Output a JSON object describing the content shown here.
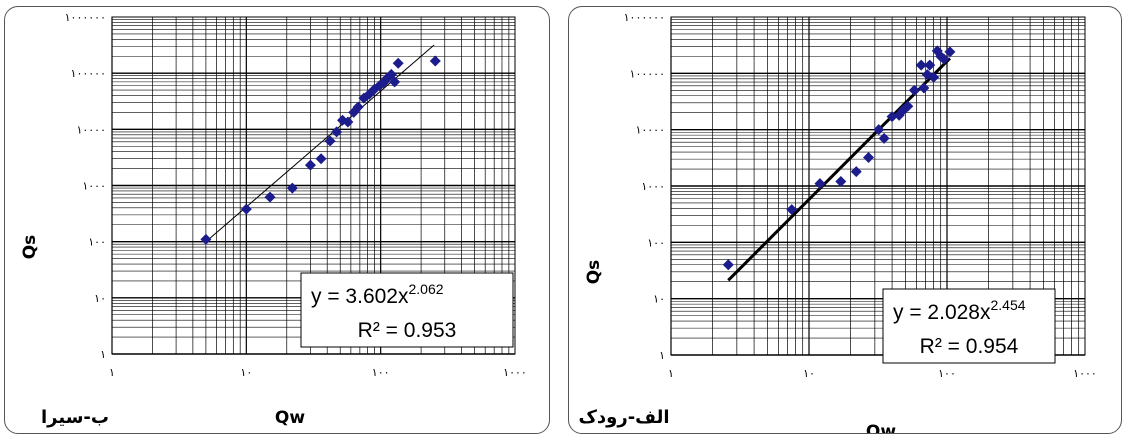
{
  "chart_data": [
    {
      "type": "scatter",
      "caption": "ب-سیرا",
      "xlabel": "Qw",
      "ylabel": "Qs",
      "x_scale": "log",
      "y_scale": "log",
      "xlim": [
        1,
        1000
      ],
      "ylim": [
        1,
        1000000
      ],
      "x_ticks": [
        "۱",
        "۱۰",
        "۱۰۰",
        "۱۰۰۰"
      ],
      "y_ticks": [
        "۱",
        "۱۰",
        "۱۰۰",
        "۱۰۰۰",
        "۱۰۰۰۰",
        "۱۰۰۰۰۰",
        "۱۰۰۰۰۰۰"
      ],
      "grid": true,
      "marker_color": "#1c1c8c",
      "line_color": "#000000",
      "equation": "y = 3.602x",
      "exponent": "2.062",
      "r2": "R² = 0.953",
      "trend": {
        "a": 3.602,
        "b": 2.062,
        "x_range": [
          5,
          250
        ]
      },
      "points": [
        [
          5,
          110
        ],
        [
          10,
          380
        ],
        [
          15,
          620
        ],
        [
          22,
          900
        ],
        [
          30,
          2300
        ],
        [
          36,
          3000
        ],
        [
          42,
          6200
        ],
        [
          47,
          9000
        ],
        [
          52,
          14500
        ],
        [
          57,
          13500
        ],
        [
          63,
          20000
        ],
        [
          68,
          25000
        ],
        [
          75,
          36000
        ],
        [
          82,
          42000
        ],
        [
          90,
          52000
        ],
        [
          98,
          60000
        ],
        [
          105,
          68000
        ],
        [
          112,
          82000
        ],
        [
          120,
          95000
        ],
        [
          127,
          70000
        ],
        [
          135,
          150000
        ],
        [
          255,
          165000
        ]
      ]
    },
    {
      "type": "scatter",
      "caption": "الف-رودک",
      "xlabel": "Qw",
      "ylabel": "Qs",
      "x_scale": "log",
      "y_scale": "log",
      "xlim": [
        1,
        1000
      ],
      "ylim": [
        1,
        1000000
      ],
      "x_ticks": [
        "۱",
        "۱۰",
        "۱۰۰",
        "۱۰۰۰"
      ],
      "y_ticks": [
        "۱",
        "۱۰",
        "۱۰۰",
        "۱۰۰۰",
        "۱۰۰۰۰",
        "۱۰۰۰۰۰",
        "۱۰۰۰۰۰۰"
      ],
      "grid": true,
      "marker_color": "#1c1c8c",
      "line_color": "#000000",
      "equation": "y = 2.028x",
      "exponent": "2.454",
      "r2": "R² = 0.954",
      "trend": {
        "a": 2.028,
        "b": 2.454,
        "x_range": [
          2.6,
          105
        ]
      },
      "points": [
        [
          2.6,
          40
        ],
        [
          7.5,
          380
        ],
        [
          12,
          1100
        ],
        [
          17,
          1200
        ],
        [
          22,
          1800
        ],
        [
          27,
          3200
        ],
        [
          32,
          10000
        ],
        [
          35,
          7000
        ],
        [
          40,
          17000
        ],
        [
          45,
          18000
        ],
        [
          48,
          22000
        ],
        [
          52,
          26000
        ],
        [
          58,
          50000
        ],
        [
          65,
          140000
        ],
        [
          68,
          55000
        ],
        [
          72,
          95000
        ],
        [
          75,
          140000
        ],
        [
          80,
          85000
        ],
        [
          85,
          250000
        ],
        [
          90,
          200000
        ],
        [
          95,
          180000
        ],
        [
          105,
          240000
        ]
      ]
    }
  ]
}
